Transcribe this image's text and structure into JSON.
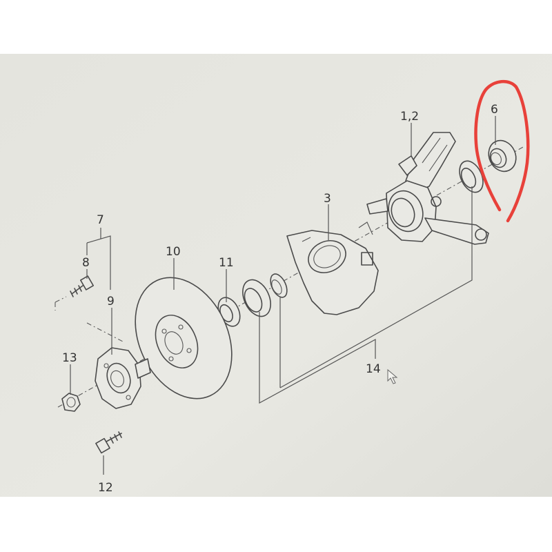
{
  "callouts": {
    "c_1_2": "1,2",
    "c_3": "3",
    "c_6": "6",
    "c_7": "7",
    "c_8": "8",
    "c_9": "9",
    "c_10": "10",
    "c_11": "11",
    "c_12": "12",
    "c_13": "13",
    "c_14": "14"
  },
  "colors": {
    "paper": "#e6e6e0",
    "ink": "#4a4a4a",
    "highlight": "#e8413a"
  },
  "icons": [
    "mouse-pointer-icon"
  ]
}
